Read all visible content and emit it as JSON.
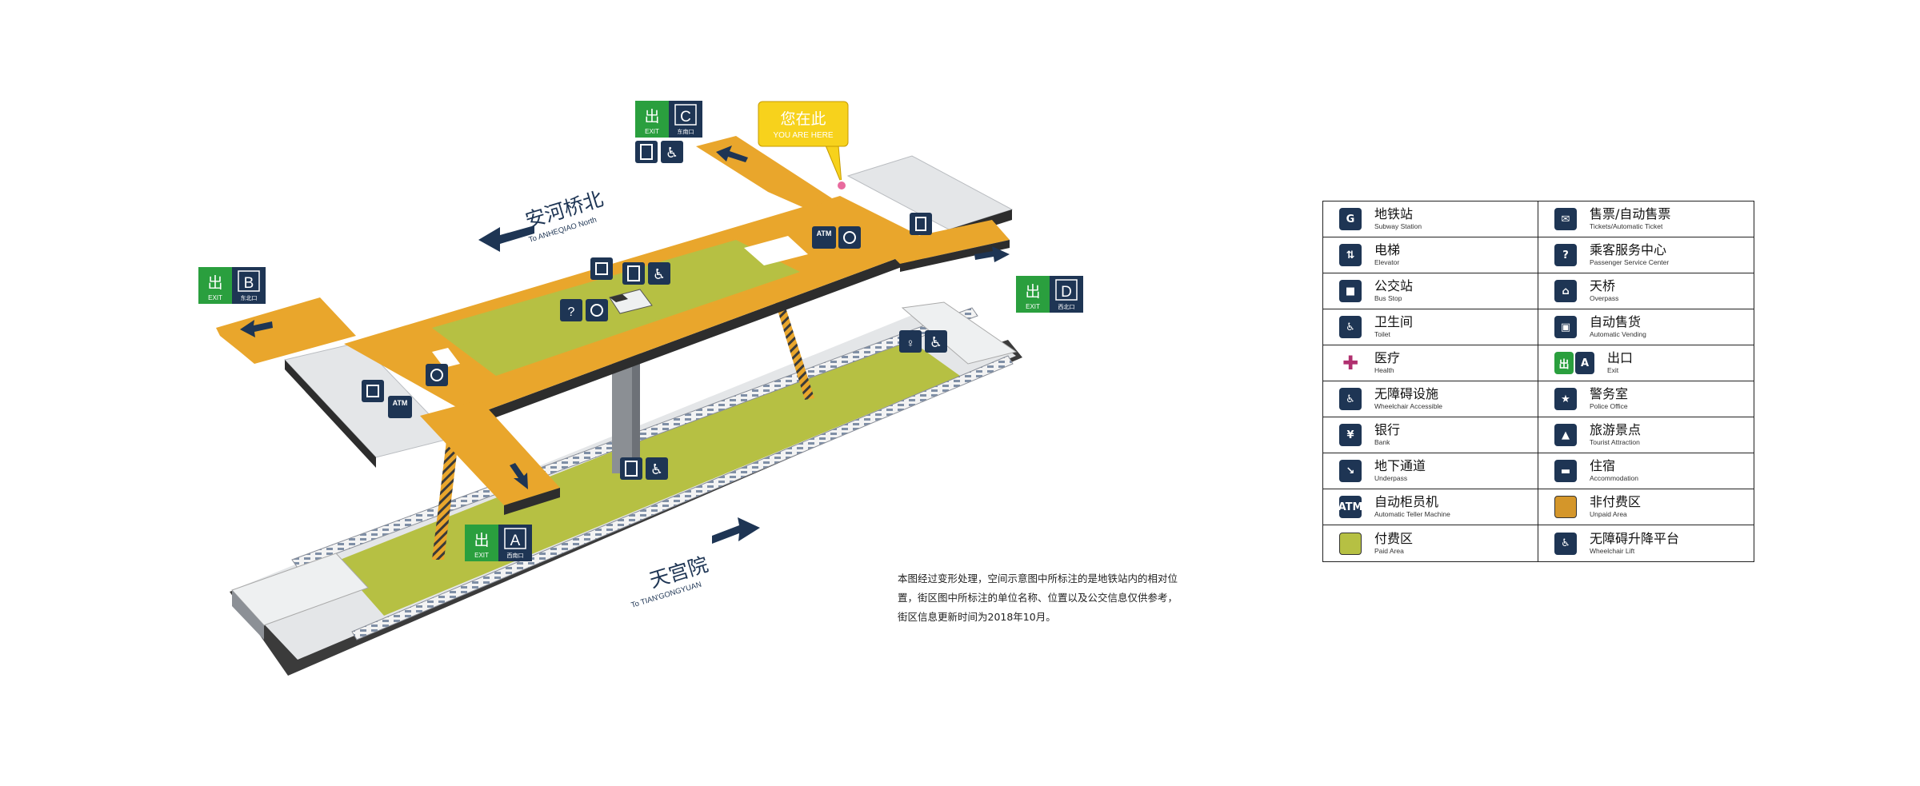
{
  "you_are_here": {
    "cn": "您在此",
    "en": "YOU ARE HERE"
  },
  "directions": [
    {
      "cn": "安河桥北",
      "en": "To ANHEQIAO North"
    },
    {
      "cn": "天宫院",
      "en": "To TIAN'GONGYUAN"
    }
  ],
  "exits": {
    "A": {
      "glyph": "出",
      "word": "EXIT",
      "letter": "A",
      "name": "西南口"
    },
    "B": {
      "glyph": "出",
      "word": "EXIT",
      "letter": "B",
      "name": "东北口"
    },
    "C": {
      "glyph": "出",
      "word": "EXIT",
      "letter": "C",
      "name": "东南口"
    },
    "D": {
      "glyph": "出",
      "word": "EXIT",
      "letter": "D",
      "name": "西北口"
    }
  },
  "icon_labels": {
    "atm": "ATM"
  },
  "note": "本图经过变形处理，空间示意图中所标注的是地铁站内的相对位置，街区图中所标注的单位名称、位置以及公交信息仅供参考，街区信息更新时间为2018年10月。",
  "colors": {
    "unpaid": "#e9a62c",
    "paid": "#b6c043",
    "icon": "#1e3554",
    "exit_green": "#2a9f3e",
    "bubble": "#f7d21c",
    "platform": "#e4e6e8"
  },
  "legend": [
    {
      "icon": "subway-station-icon",
      "glyph": "G",
      "cn": "地铁站",
      "en": "Subway Station"
    },
    {
      "icon": "ticket-machine-icon",
      "glyph": "✉",
      "cn": "售票/自动售票",
      "en": "Tickets/Automatic Ticket"
    },
    {
      "icon": "elevator-icon",
      "glyph": "⇅",
      "cn": "电梯",
      "en": "Elevator"
    },
    {
      "icon": "service-center-icon",
      "glyph": "?",
      "cn": "乘客服务中心",
      "en": "Passenger Service Center"
    },
    {
      "icon": "bus-icon",
      "glyph": "■",
      "cn": "公交站",
      "en": "Bus Stop"
    },
    {
      "icon": "overpass-icon",
      "glyph": "⌂",
      "cn": "天桥",
      "en": "Overpass"
    },
    {
      "icon": "toilet-icon",
      "glyph": "♿",
      "cn": "卫生间",
      "en": "Toilet"
    },
    {
      "icon": "vending-icon",
      "glyph": "▣",
      "cn": "自动售货",
      "en": "Automatic Vending"
    },
    {
      "icon": "health-icon",
      "glyph": "✚",
      "cn": "医疗",
      "en": "Health"
    },
    {
      "icon": "exit-icon",
      "glyph": "出",
      "cn": "出口",
      "en": "Exit",
      "letter": "A"
    },
    {
      "icon": "wheelchair-icon",
      "glyph": "♿",
      "cn": "无障碍设施",
      "en": "Wheelchair Accessible"
    },
    {
      "icon": "police-icon",
      "glyph": "★",
      "cn": "警务室",
      "en": "Police Office"
    },
    {
      "icon": "bank-icon",
      "glyph": "¥",
      "cn": "银行",
      "en": "Bank"
    },
    {
      "icon": "tourist-icon",
      "glyph": "▲",
      "cn": "旅游景点",
      "en": "Tourist Attraction"
    },
    {
      "icon": "underpass-icon",
      "glyph": "↘",
      "cn": "地下通道",
      "en": "Underpass"
    },
    {
      "icon": "accommodation-icon",
      "glyph": "▬",
      "cn": "住宿",
      "en": "Accommodation"
    },
    {
      "icon": "atm-icon",
      "glyph": "ATM",
      "cn": "自动柜员机",
      "en": "Automatic Teller Machine"
    },
    {
      "icon": "unpaid-area-swatch",
      "glyph": "",
      "cn": "非付费区",
      "en": "Unpaid Area"
    },
    {
      "icon": "paid-area-swatch",
      "glyph": "",
      "cn": "付费区",
      "en": "Paid Area"
    },
    {
      "icon": "wheelchair-lift-icon",
      "glyph": "♿",
      "cn": "无障碍升降平台",
      "en": "Wheelchair Lift"
    }
  ]
}
